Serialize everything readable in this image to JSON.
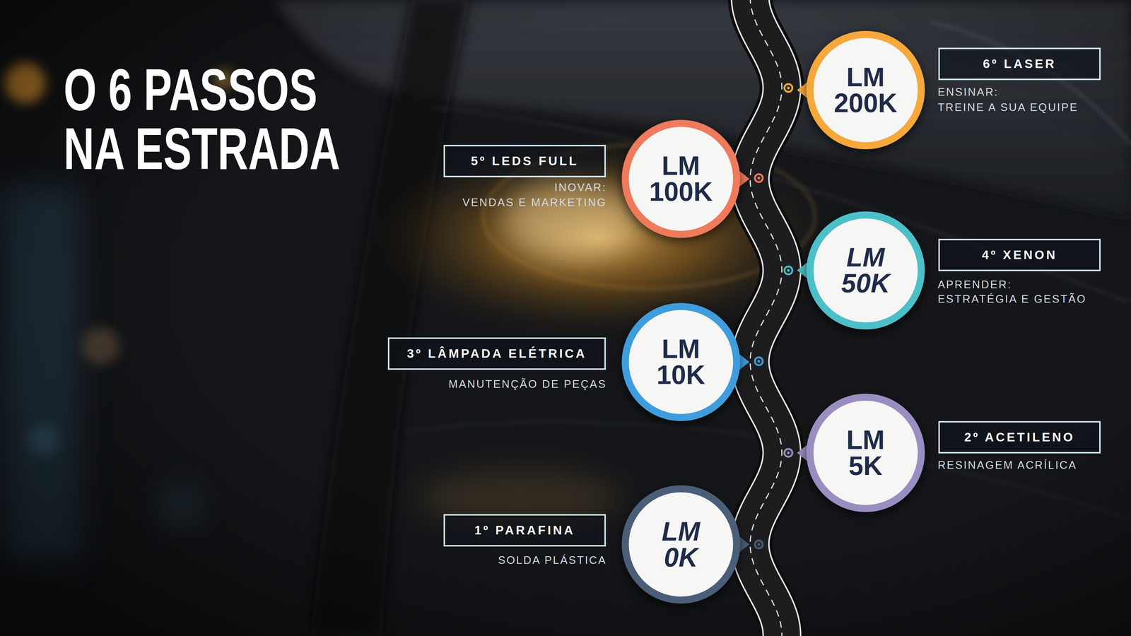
{
  "diagram": {
    "title": "O 6 PASSOS NA ESTRADA",
    "nodes": [
      {
        "text": [
          "LM 200K"
        ]
      },
      {
        "text": [
          "6º LASER"
        ]
      },
      {
        "text": [
          "5º LEDS FULL"
        ]
      },
      {
        "text": [
          "LM 100K"
        ]
      },
      {
        "text": [
          "LM 50K"
        ]
      },
      {
        "text": [
          "4º XENON"
        ]
      },
      {
        "text": [
          "3º LÂMPADA ELÉTRICA"
        ]
      },
      {
        "text": [
          "LM 10K"
        ]
      },
      {
        "text": [
          "LM 5K"
        ]
      },
      {
        "text": [
          "2º ACETILENO"
        ]
      },
      {
        "text": [
          "1º PARAFINA"
        ]
      },
      {
        "text": [
          "LM 0K"
        ]
      }
    ],
    "labels": [
      "ENSINAR:",
      "TREINE A SUA EQUIPE",
      "INOVAR:",
      "VENDAS E MARKETING",
      "APRENDER:",
      "ESTRATÉGIA E GESTÃO",
      "MANUTENÇÃO DE PEÇAS",
      "RESINAGEM ACRÍLICA",
      "SOLDA PLÁSTICA"
    ]
  }
}
